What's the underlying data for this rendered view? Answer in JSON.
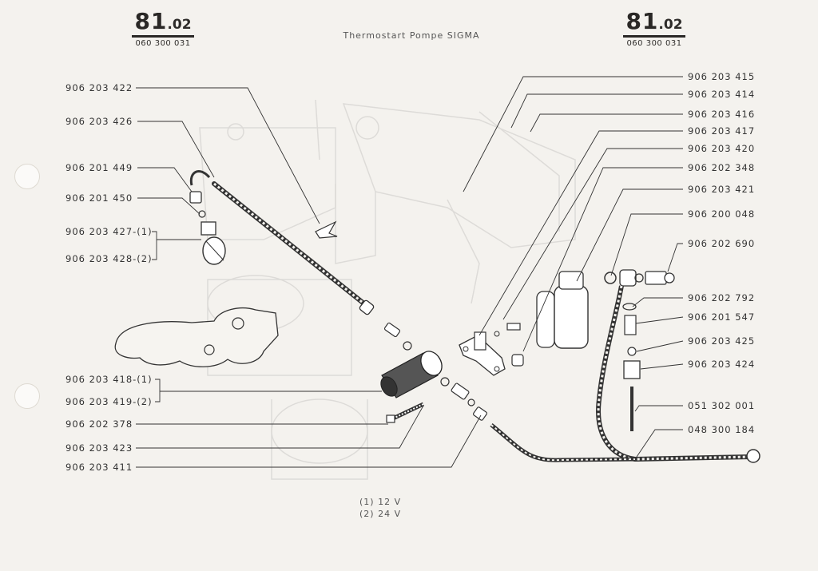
{
  "header": {
    "page_left": {
      "main": "81",
      "sub": ".02",
      "ref": "060 300 031"
    },
    "page_right": {
      "main": "81",
      "sub": ".02",
      "ref": "060 300 031"
    },
    "title": "Thermostart Pompe SIGMA"
  },
  "labels_left": [
    "906 203 422",
    "906 203 426",
    "906 201 449",
    "906 201 450",
    "906 203 427-(1)",
    "906 203 428-(2)",
    "906 203 418-(1)",
    "906 203 419-(2)",
    "906 202 378",
    "906 203 423",
    "906 203 411"
  ],
  "labels_right": [
    "906 203 415",
    "906 203 414",
    "906 203 416",
    "906 203 417",
    "906 203 420",
    "906 202 348",
    "906 203 421",
    "906 200 048",
    "906 202 690",
    "906 202 792",
    "906 201 547",
    "906 203 425",
    "906 203 424",
    "051 302 001",
    "048 300 184"
  ],
  "footnotes": [
    "(1)  12 V",
    "(2)  24 V"
  ]
}
